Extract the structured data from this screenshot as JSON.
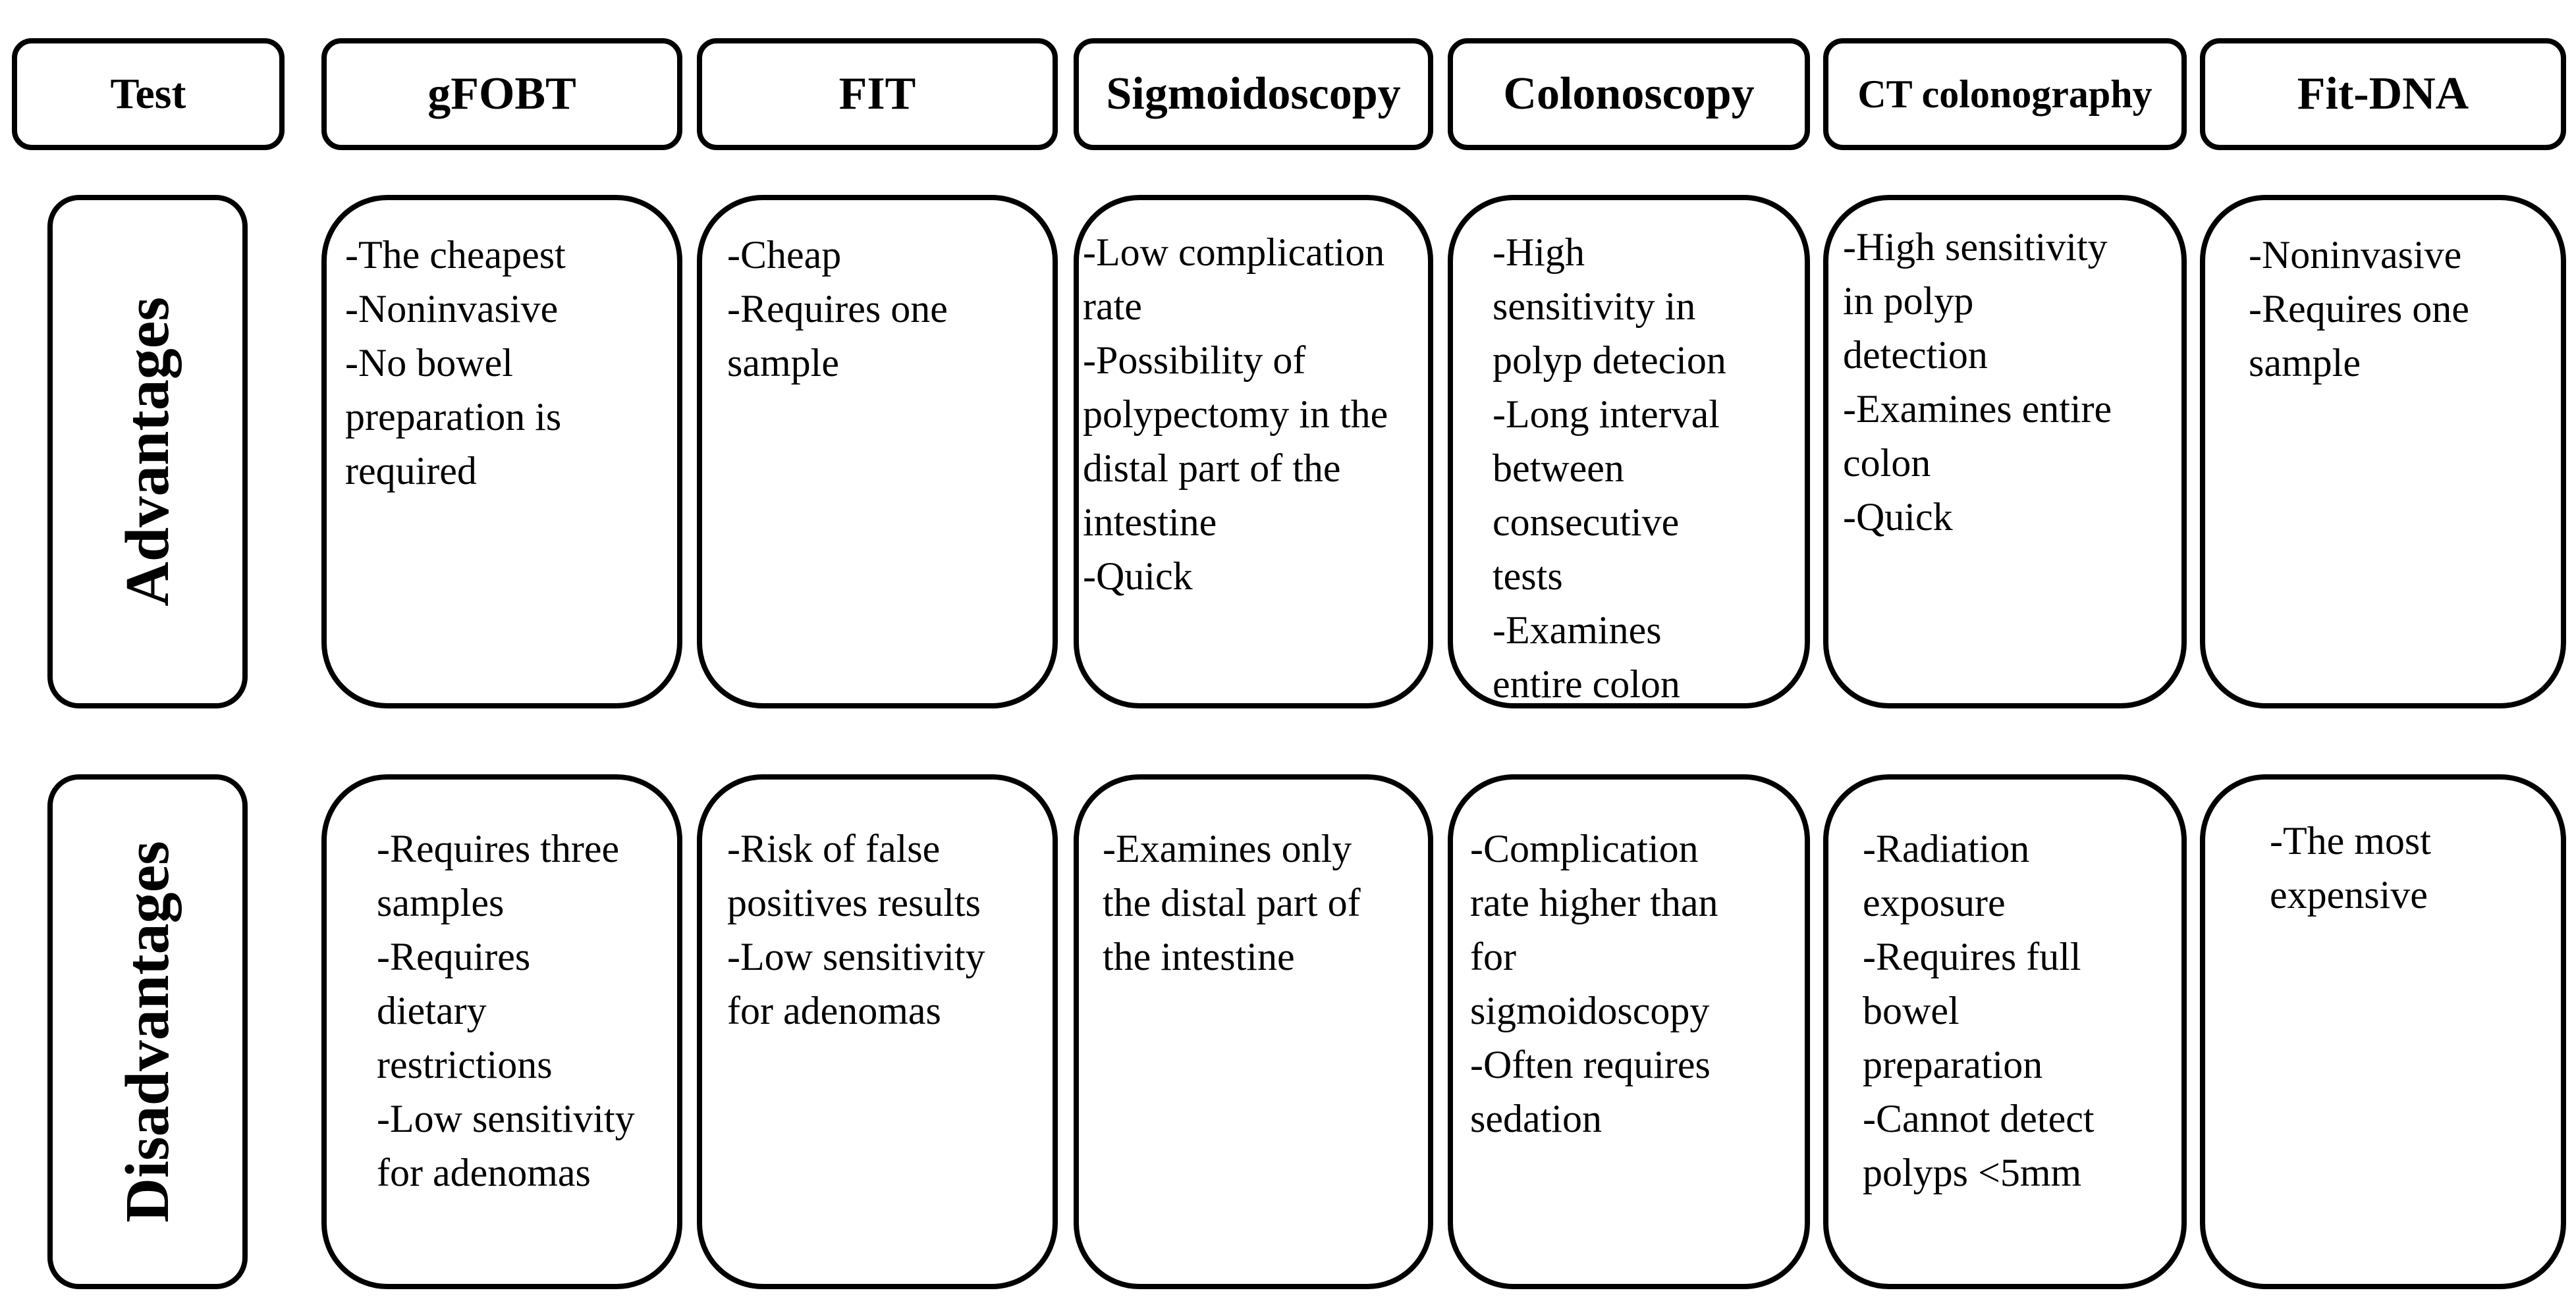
{
  "headers": {
    "test": "Test",
    "gfobt": "gFOBT",
    "fit": "FIT",
    "sigmoidoscopy": "Sigmoidoscopy",
    "colonoscopy": "Colonoscopy",
    "ct_colonography": "CT colonography",
    "fit_dna": "Fit-DNA"
  },
  "rows": {
    "advantages": "Advantages",
    "disadvantages": "Disadvantages"
  },
  "advantages": {
    "gfobt": [
      "-The cheapest",
      "-Noninvasive",
      "-No bowel",
      "preparation is",
      "required"
    ],
    "fit": [
      "-Cheap",
      "-Requires one",
      "sample"
    ],
    "sigmoidoscopy": [
      "-Low complication",
      "rate",
      "-Possibility of",
      "polypectomy in the",
      "distal part of the",
      "intestine",
      "-Quick"
    ],
    "colonoscopy": [
      "-High",
      "sensitivity in",
      "polyp detecion",
      "-Long interval",
      "between",
      "consecutive",
      "tests",
      "-Examines",
      "entire colon"
    ],
    "ct_colonography": [
      "-High sensitivity",
      "in polyp",
      "detection",
      "-Examines entire",
      "colon",
      "-Quick"
    ],
    "fit_dna": [
      "-Noninvasive",
      "-Requires one",
      "sample"
    ]
  },
  "disadvantages": {
    "gfobt": [
      "-Requires three",
      "samples",
      "-Requires",
      "dietary",
      "restrictions",
      "-Low sensitivity",
      "for adenomas"
    ],
    "fit": [
      "-Risk of false",
      "positives results",
      "-Low sensitivity",
      "for adenomas"
    ],
    "sigmoidoscopy": [
      "-Examines only",
      "the distal part of",
      "the intestine"
    ],
    "colonoscopy": [
      "-Complication",
      "rate higher than",
      "for",
      "sigmoidoscopy",
      "-Often requires",
      "sedation"
    ],
    "ct_colonography": [
      "-Radiation",
      "exposure",
      "-Requires full",
      "bowel",
      "preparation",
      "-Cannot detect",
      "polyps <5mm"
    ],
    "fit_dna": [
      "-The most",
      "expensive"
    ]
  }
}
